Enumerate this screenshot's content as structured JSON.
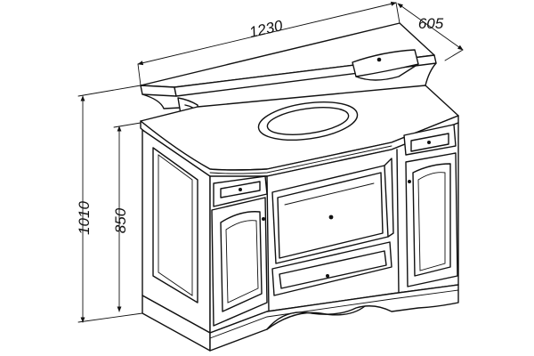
{
  "dimensions": {
    "width": "1230",
    "depth": "605",
    "total_height": "1010",
    "body_height": "850"
  },
  "colors": {
    "line": "#111111",
    "background": "#ffffff"
  }
}
